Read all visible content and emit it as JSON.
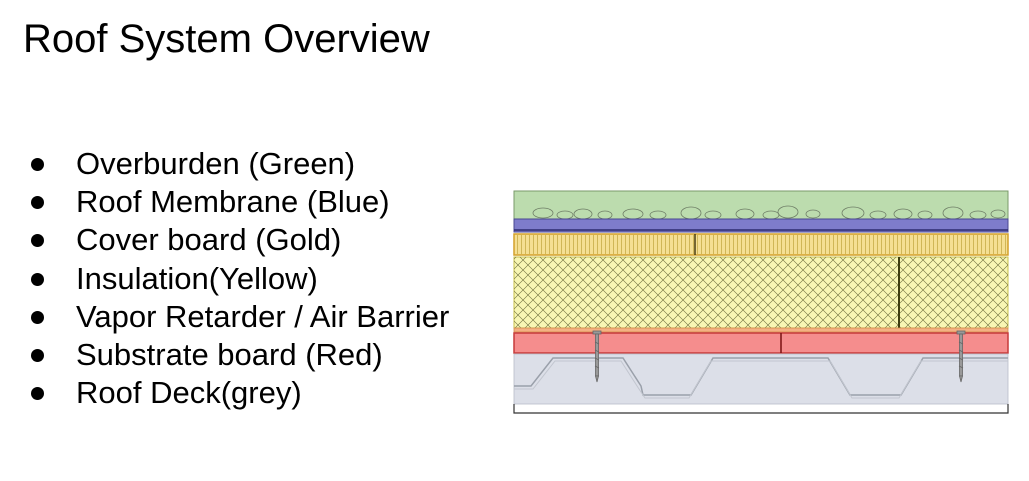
{
  "slide": {
    "title": "Roof System Overview"
  },
  "layers": [
    {
      "label": "Overburden (Green)",
      "color": "#bcdcae"
    },
    {
      "label": "Roof Membrane (Blue)",
      "color": "#7e7ccb"
    },
    {
      "label": "Cover board (Gold)",
      "color": "#f5df93"
    },
    {
      "label": "Insulation(Yellow)",
      "color": "#f8f6b4"
    },
    {
      "label": "Vapor Retarder / Air Barrier",
      "color": "#f4b183"
    },
    {
      "label": "Substrate board (Red)",
      "color": "#f58d8d"
    },
    {
      "label": "Roof Deck(grey)",
      "color": "#dcdfe8"
    }
  ]
}
